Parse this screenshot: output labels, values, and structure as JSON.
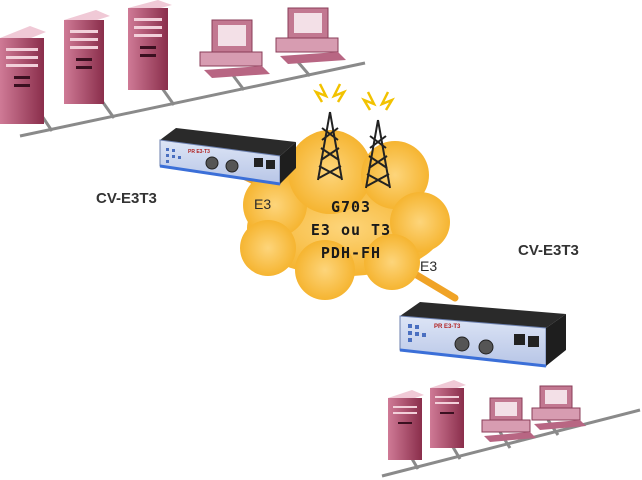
{
  "devices": {
    "top_label": "CV-E3T3",
    "bottom_label": "CV-E3T3",
    "front_text": "PR E3-T3"
  },
  "links": {
    "left": "E3",
    "right": "E3"
  },
  "network": {
    "line1": "G703",
    "line2": "E3 ou T3",
    "line3": "PDH-FH"
  },
  "colors": {
    "cloud": "#f7b52c",
    "link": "#f0a326",
    "device_top": "#b9c7e6",
    "device_accent": "#3b6fd8",
    "tower": "#2a2a2a",
    "spark": "#f2c200",
    "computer_body": "#a8546a",
    "computer_light": "#e9c9d3"
  }
}
